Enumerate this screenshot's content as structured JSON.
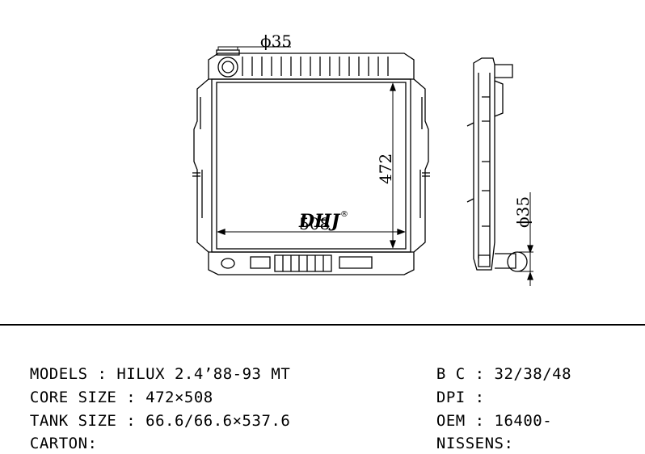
{
  "drawing": {
    "dim_pipe_top": "ϕ35",
    "dim_height": "472",
    "dim_width": "508",
    "dim_pipe_side": "ϕ35",
    "logo": "DHJ",
    "logo_mark": "®"
  },
  "specs_left": [
    {
      "label": "MODELS",
      "sep": " : ",
      "value": "HILUX 2.4’88-93 MT"
    },
    {
      "label": "CORE SIZE",
      "sep": " : ",
      "value": "472×508"
    },
    {
      "label": "TANK SIZE",
      "sep": " : ",
      "value": "66.6/66.6×537.6"
    },
    {
      "label": "CARTON",
      "sep": ":",
      "value": ""
    }
  ],
  "specs_right": [
    {
      "label": "B C",
      "sep": " : ",
      "value": "32/38/48"
    },
    {
      "label": "DPI",
      "sep": " :",
      "value": ""
    },
    {
      "label": "OEM",
      "sep": " : ",
      "value": "16400-"
    },
    {
      "label": "NISSENS",
      "sep": ":",
      "value": ""
    }
  ]
}
